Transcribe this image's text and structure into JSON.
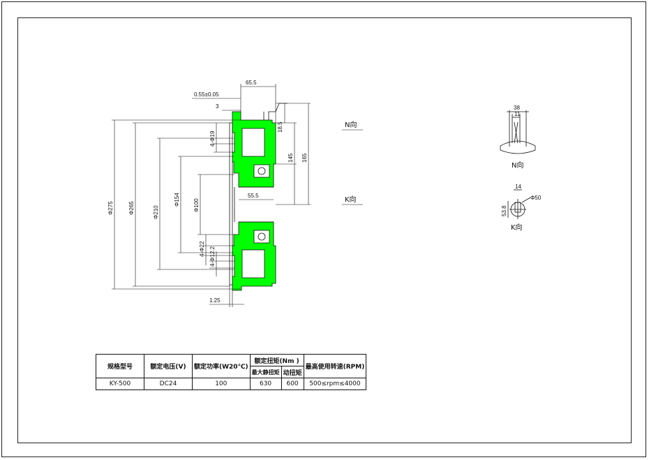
{
  "colors": {
    "body": "#00ff00",
    "line": "#111111",
    "background": "#ffffff"
  },
  "dimensions": {
    "d_65_5": "65.5",
    "d_0_55": "0.55±0.05",
    "d_3": "3",
    "d_18_5": "18.5",
    "d_145": "145",
    "d_165": "165",
    "d_4phi19": "4-Φ19",
    "d_phi275": "Φ275",
    "d_phi265": "Φ265",
    "d_phi210": "Φ210",
    "d_phi154": "Φ154",
    "d_phi100": "Φ100",
    "d_55_5": "55.5",
    "d_4phi22": "4-Φ22",
    "d_4phi12_2": "4-Φ12.2",
    "d_1_25": "1.25"
  },
  "views": {
    "n_dir": "N向",
    "k_dir": "K向",
    "n_view_38": "38",
    "n_view_11": "11",
    "n_view_label": "N向",
    "k_view_14": "14",
    "k_view_phi50": "Φ50",
    "k_view_53_8": "53.8",
    "k_view_label": "K向"
  },
  "table": {
    "headers": {
      "model": "规格型号",
      "voltage": "额定电压(V)",
      "power": "额定功率(W20℃)",
      "torque": "额定扭矩(Nm  )",
      "static_torque": "最大静扭矩",
      "dynamic_torque": "动扭矩",
      "max_speed": "最高使用转速(RPM)"
    },
    "row": {
      "model": "KY-500",
      "voltage": "DC24",
      "power": "100",
      "static_torque": "630",
      "dynamic_torque": "600",
      "max_speed": "500≤rpm≤4000"
    }
  }
}
